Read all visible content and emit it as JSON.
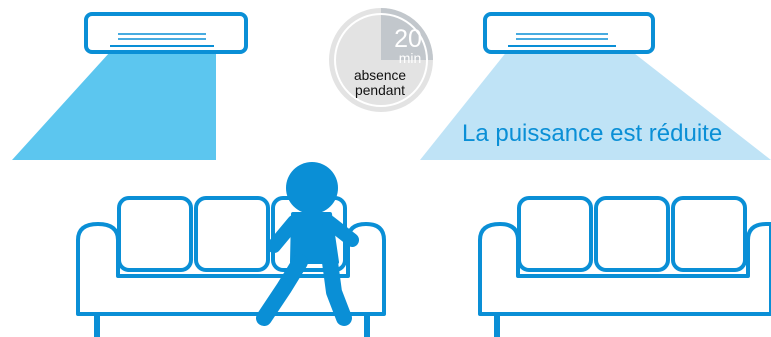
{
  "timer": {
    "number": "20",
    "unit": "min",
    "line1": "absence",
    "line2": "pendant"
  },
  "message": "La puissance est réduite",
  "colors": {
    "accent": "#0a8fd6",
    "airflow_strong": "#5cc6ef",
    "airflow_weak": "#bfe3f6",
    "timer_fill": "#e3e3e3",
    "timer_slice": "#c2c7cc"
  },
  "icons": {
    "left_ac": "air-conditioner-icon",
    "right_ac": "air-conditioner-icon",
    "timer": "timer-icon",
    "person": "person-icon",
    "left_sofa": "sofa-icon",
    "right_sofa": "sofa-icon"
  }
}
